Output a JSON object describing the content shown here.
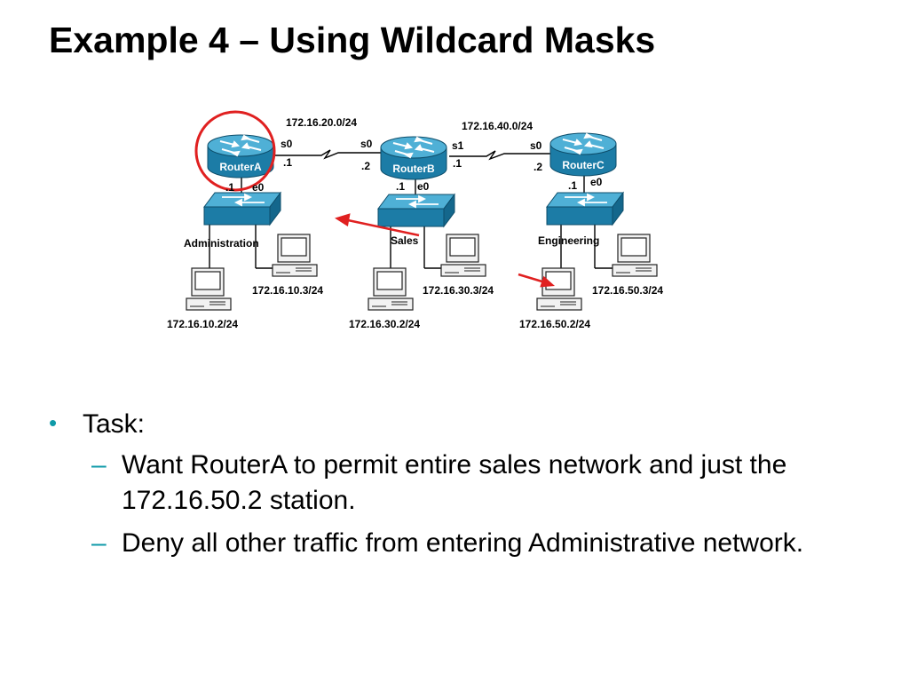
{
  "slide": {
    "title": "Example 4 – Using Wildcard Masks"
  },
  "diagram": {
    "routers": [
      {
        "id": "RouterA",
        "label": "RouterA"
      },
      {
        "id": "RouterB",
        "label": "RouterB"
      },
      {
        "id": "RouterC",
        "label": "RouterC"
      }
    ],
    "wan_links": [
      {
        "network": "172.16.20.0/24",
        "left_if": "s0",
        "left_host": ".1",
        "right_if": "s0",
        "right_host": ".2"
      },
      {
        "network": "172.16.40.0/24",
        "left_if": "s1",
        "left_host": ".1",
        "right_if": "s0",
        "right_host": ".2"
      }
    ],
    "lan_ports": [
      {
        "host": ".1",
        "interface": "e0"
      },
      {
        "host": ".1",
        "interface": "e0"
      },
      {
        "host": ".1",
        "interface": "e0"
      }
    ],
    "lans": [
      {
        "name": "Administration",
        "pc_left": "172.16.10.2/24",
        "pc_right": "172.16.10.3/24"
      },
      {
        "name": "Sales",
        "pc_left": "172.16.30.2/24",
        "pc_right": "172.16.30.3/24"
      },
      {
        "name": "Engineering",
        "pc_left": "172.16.50.2/24",
        "pc_right": "172.16.50.3/24"
      }
    ],
    "colors": {
      "device_blue": "#1c7ca6",
      "device_light": "#4fb0d6",
      "highlight": "#e02020",
      "bullet_accent": "#0f9aa8"
    }
  },
  "bullets": {
    "main": "Task:",
    "subs": [
      "Want RouterA to permit entire sales network and just the 172.16.50.2 station.",
      "Deny all other traffic from entering Administrative network."
    ]
  }
}
